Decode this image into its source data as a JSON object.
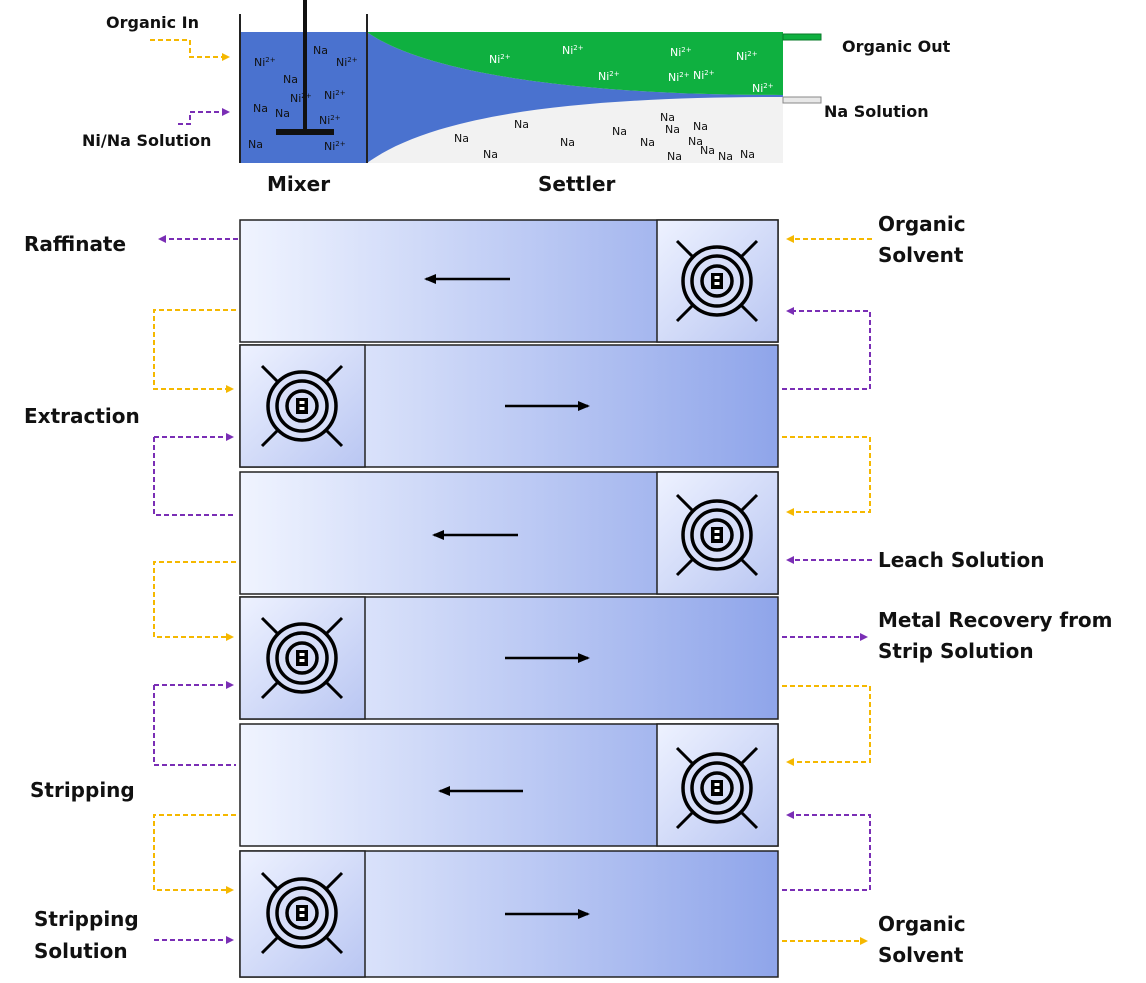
{
  "top_diagram": {
    "organic_in": "Organic In",
    "ni_na_solution": "Ni/Na Solution",
    "organic_out": "Organic Out",
    "na_solution": "Na Solution",
    "mixer": "Mixer",
    "settler": "Settler",
    "ions": {
      "na": "Na",
      "ni": "Ni",
      "ni_charge": "2+"
    }
  },
  "side_labels": {
    "raffinate": "Raffinate",
    "organic_solvent_top": [
      "Organic",
      "Solvent"
    ],
    "extraction": "Extraction",
    "leach_solution": "Leach Solution",
    "metal_recovery": [
      "Metal Recovery from",
      "Strip Solution"
    ],
    "stripping": "Stripping",
    "stripping_solution": [
      "Stripping",
      "Solution"
    ],
    "organic_solvent_bottom": [
      "Organic",
      "Solvent"
    ]
  },
  "colors": {
    "mixer_blue": "#4a72cf",
    "organic_green": "#0fb040",
    "aqueous_white": "#f2f2f2",
    "stage_light": "#f0f4ff",
    "stage_dark": "#8fa5ea",
    "organic_stream": "#f5b800",
    "aqueous_stream": "#7a2eb5"
  },
  "icons": [
    "mixer-impeller-icon",
    "flow-direction-arrow-icon",
    "agitator-shaft-icon"
  ]
}
